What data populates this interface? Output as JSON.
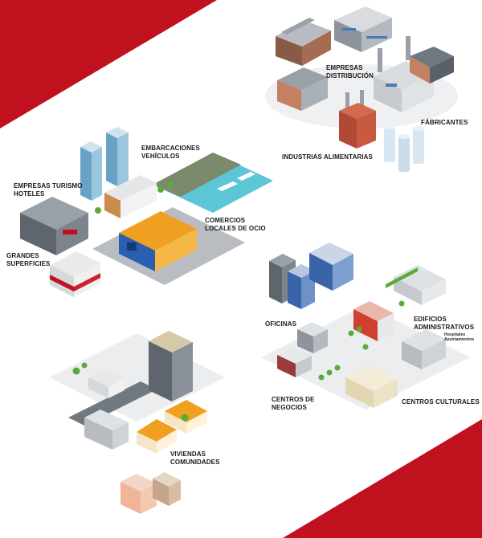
{
  "colors": {
    "accent_red": "#c0111f",
    "building_grey": "#8e949c",
    "glass_blue": "#4a78b8",
    "water_cyan": "#5cc6d6",
    "grass_green": "#5aab3c",
    "roof_orange": "#f0a020"
  },
  "groups": {
    "industry": {
      "distribucion": [
        "EMPRESAS",
        "DISTRIBUCIÓN"
      ],
      "fabricantes": "FÁBRICANTES",
      "alimentarias": "INDUSTRIAS ALIMENTARIAS"
    },
    "commerce": {
      "embarcaciones": [
        "EMBARCACIONES",
        "VEHÍCULOS"
      ],
      "turismo": [
        "EMPRESAS TURISMO",
        "HOTELES"
      ],
      "comercios": [
        "COMERCIOS",
        "LOCALES DE OCIO"
      ],
      "superficies": [
        "GRANDES",
        "SUPERFICIES"
      ]
    },
    "services": {
      "oficinas": "OFICINAS",
      "edificios": [
        "EDIFICIOS",
        "ADMINISTRATIVOS"
      ],
      "edificios_sub": [
        "Hospitales",
        "Ayuntamientos"
      ],
      "negocios": [
        "CENTROS DE",
        "NEGOCIOS"
      ],
      "culturales": "CENTROS CULTURALES"
    },
    "housing": {
      "viviendas": [
        "VIVIENDAS",
        "COMUNIDADES"
      ]
    }
  }
}
